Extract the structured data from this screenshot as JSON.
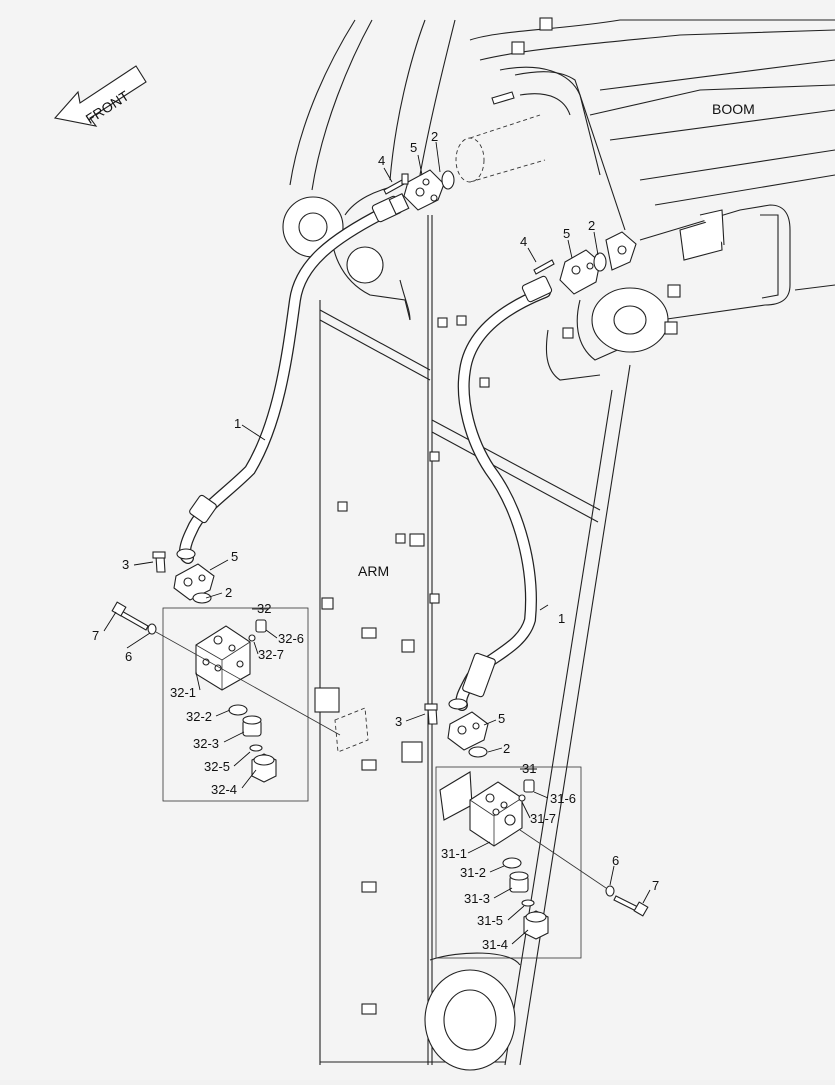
{
  "front_label": "FRONT",
  "region_labels": {
    "boom": "BOOM",
    "arm": "ARM"
  },
  "callouts": {
    "hose_upper": "1",
    "hose_lower": "1",
    "oring_top_left": "2",
    "oring_top_right": "2",
    "oring_mid_left": "2",
    "oring_mid_right": "2",
    "bolt_top_left": "4",
    "bolt_top_right": "4",
    "flange_top_left": "5",
    "flange_top_right": "5",
    "flange_mid_left": "5",
    "flange_mid_right": "5",
    "bolt_mid_left": "3",
    "bolt_mid_right": "3",
    "washer_left": "6",
    "washer_right": "6",
    "bolt_long_left": "7",
    "bolt_long_right": "7",
    "assy_left": "32",
    "assy_right": "31",
    "p32_1": "32-1",
    "p32_2": "32-2",
    "p32_3": "32-3",
    "p32_4": "32-4",
    "p32_5": "32-5",
    "p32_6": "32-6",
    "p32_7": "32-7",
    "p31_1": "31-1",
    "p31_2": "31-2",
    "p31_3": "31-3",
    "p31_4": "31-4",
    "p31_5": "31-5",
    "p31_6": "31-6",
    "p31_7": "31-7"
  }
}
